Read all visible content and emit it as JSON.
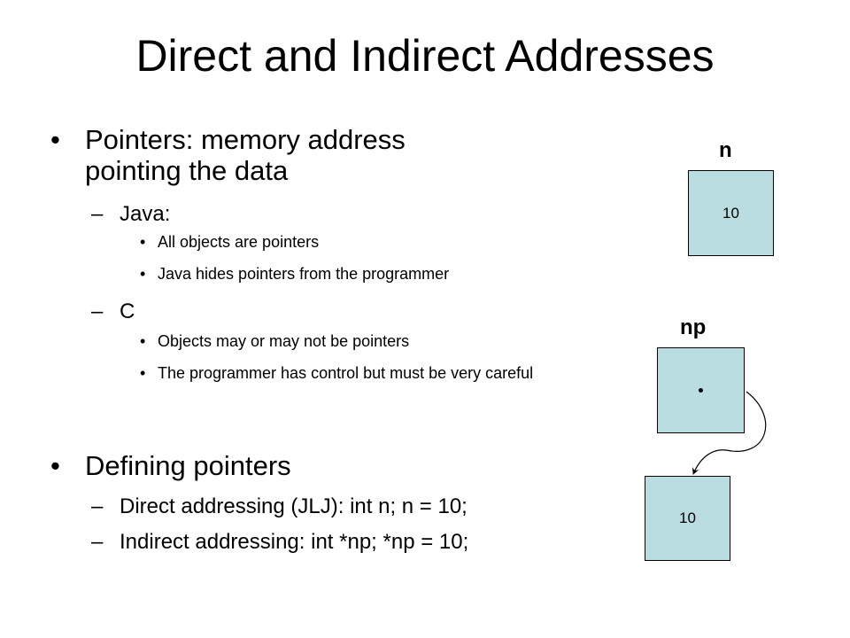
{
  "slide": {
    "title": "Direct and Indirect Addresses",
    "bullets": {
      "pointers": "Pointers: memory address pointing the data",
      "java": "Java:",
      "java_1": "All objects are pointers",
      "java_2": "Java hides pointers from the programmer",
      "c": "C",
      "c_1": "Objects may or may not be pointers",
      "c_2": "The programmer has control but must be very careful",
      "defining": "Defining pointers",
      "direct": "Direct addressing (JLJ): int n; n = 10;",
      "indirect": "Indirect addressing: int *np; *np = 10;"
    },
    "markers": {
      "level1": "•",
      "level2": "–",
      "level3": "•"
    }
  },
  "diagram": {
    "n_label": "n",
    "n_value": "10",
    "np_label": "np",
    "target_value": "10",
    "box_color": "#b9dde0"
  }
}
